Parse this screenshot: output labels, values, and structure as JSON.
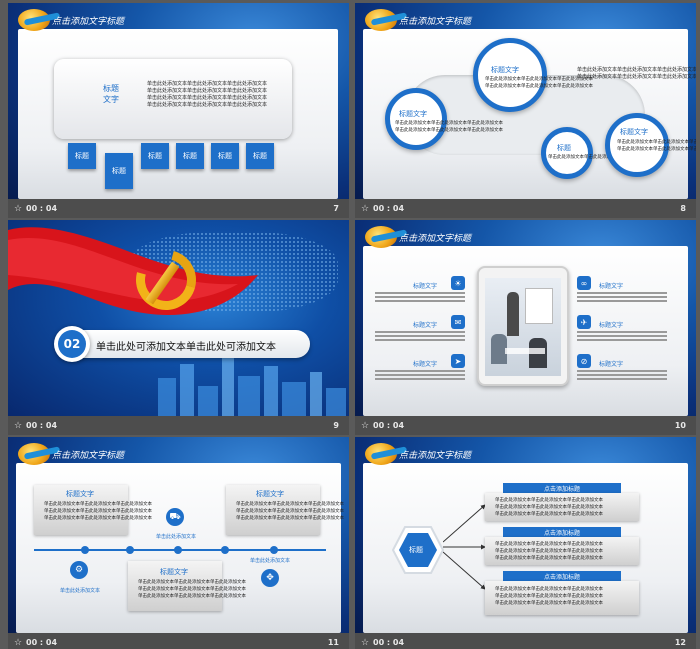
{
  "slide_title": "点击添加文字标题",
  "placeholder_text": "单击此处添加文本单击此处添加文本单击此处添加文本",
  "s7": {
    "card_title": "标题\n文字",
    "tabs": [
      "标题",
      "标题",
      "标题",
      "标题",
      "标题",
      "标题"
    ]
  },
  "s8": {
    "bubbles": [
      "标题文字",
      "标题文字",
      "标题",
      "标题文字"
    ]
  },
  "s9": {
    "section_num": "02",
    "section_text": "单击此处可添加文本单击此处可添加文本"
  },
  "s10": {
    "labels": [
      "标题文字",
      "标题文字",
      "标题文字",
      "标题文字",
      "标题文字",
      "标题文字"
    ]
  },
  "s11": {
    "card_titles": [
      "标题文字",
      "标题文字",
      "标题文字"
    ],
    "captions": [
      "单击此处添加文本",
      "单击此处添加文本",
      "单击此处添加文本"
    ]
  },
  "s12": {
    "hex_label": "标题",
    "right_titles": [
      "点击添加标题",
      "点击添加标题",
      "点击添加标题"
    ]
  },
  "thumbs": [
    {
      "time": "00 : 04",
      "num": "7"
    },
    {
      "time": "00 : 04",
      "num": "8"
    },
    {
      "time": "00 : 04",
      "num": "9"
    },
    {
      "time": "00 : 04",
      "num": "10"
    },
    {
      "time": "00 : 04",
      "num": "11"
    },
    {
      "time": "00 : 04",
      "num": "12"
    }
  ],
  "colors": {
    "accent": "#1e6fc9",
    "bar": "#4d4d4d"
  }
}
